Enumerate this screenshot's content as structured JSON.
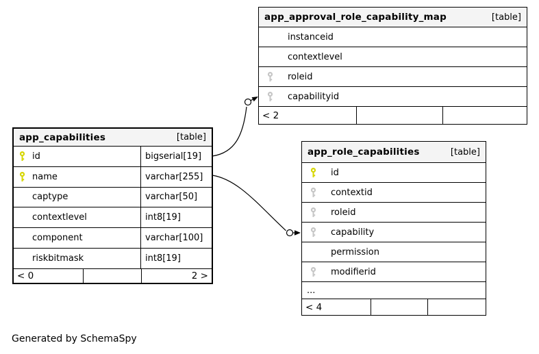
{
  "credit": "Generated by SchemaSpy",
  "colors": {
    "background": "#ffffff",
    "header_bg": "#f4f4f4",
    "border": "#000000",
    "primary_key": "#d6d600",
    "foreign_key": "#c6c6c6"
  },
  "tables": [
    {
      "title": "app_approval_role_capability_map",
      "badge": "[table]",
      "columns": [
        {
          "name": "instanceid",
          "key": "none"
        },
        {
          "name": "contextlevel",
          "key": "none"
        },
        {
          "name": "roleid",
          "key": "gray"
        },
        {
          "name": "capabilityid",
          "key": "gray"
        }
      ],
      "footer": {
        "left": "< 2",
        "middle": "",
        "right": ""
      }
    },
    {
      "title": "app_capabilities",
      "badge": "[table]",
      "columns": [
        {
          "name": "id",
          "type": "bigserial[19]",
          "key": "yellow"
        },
        {
          "name": "name",
          "type": "varchar[255]",
          "key": "yellow"
        },
        {
          "name": "captype",
          "type": "varchar[50]",
          "key": "none"
        },
        {
          "name": "contextlevel",
          "type": "int8[19]",
          "key": "none"
        },
        {
          "name": "component",
          "type": "varchar[100]",
          "key": "none"
        },
        {
          "name": "riskbitmask",
          "type": "int8[19]",
          "key": "none"
        }
      ],
      "footer": {
        "left": "< 0",
        "middle": "",
        "right": "2 >"
      }
    },
    {
      "title": "app_role_capabilities",
      "badge": "[table]",
      "columns": [
        {
          "name": "id",
          "key": "yellow"
        },
        {
          "name": "contextid",
          "key": "gray"
        },
        {
          "name": "roleid",
          "key": "gray"
        },
        {
          "name": "capability",
          "key": "gray"
        },
        {
          "name": "permission",
          "key": "none"
        },
        {
          "name": "modifierid",
          "key": "gray"
        }
      ],
      "more_indicator": "...",
      "footer": {
        "left": "< 4",
        "middle": "",
        "right": ""
      }
    }
  ],
  "relationships": [
    {
      "from_table": "app_capabilities",
      "from_column": "id",
      "to_table": "app_approval_role_capability_map",
      "to_column": "capabilityid"
    },
    {
      "from_table": "app_capabilities",
      "from_column": "name",
      "to_table": "app_role_capabilities",
      "to_column": "capability"
    }
  ]
}
